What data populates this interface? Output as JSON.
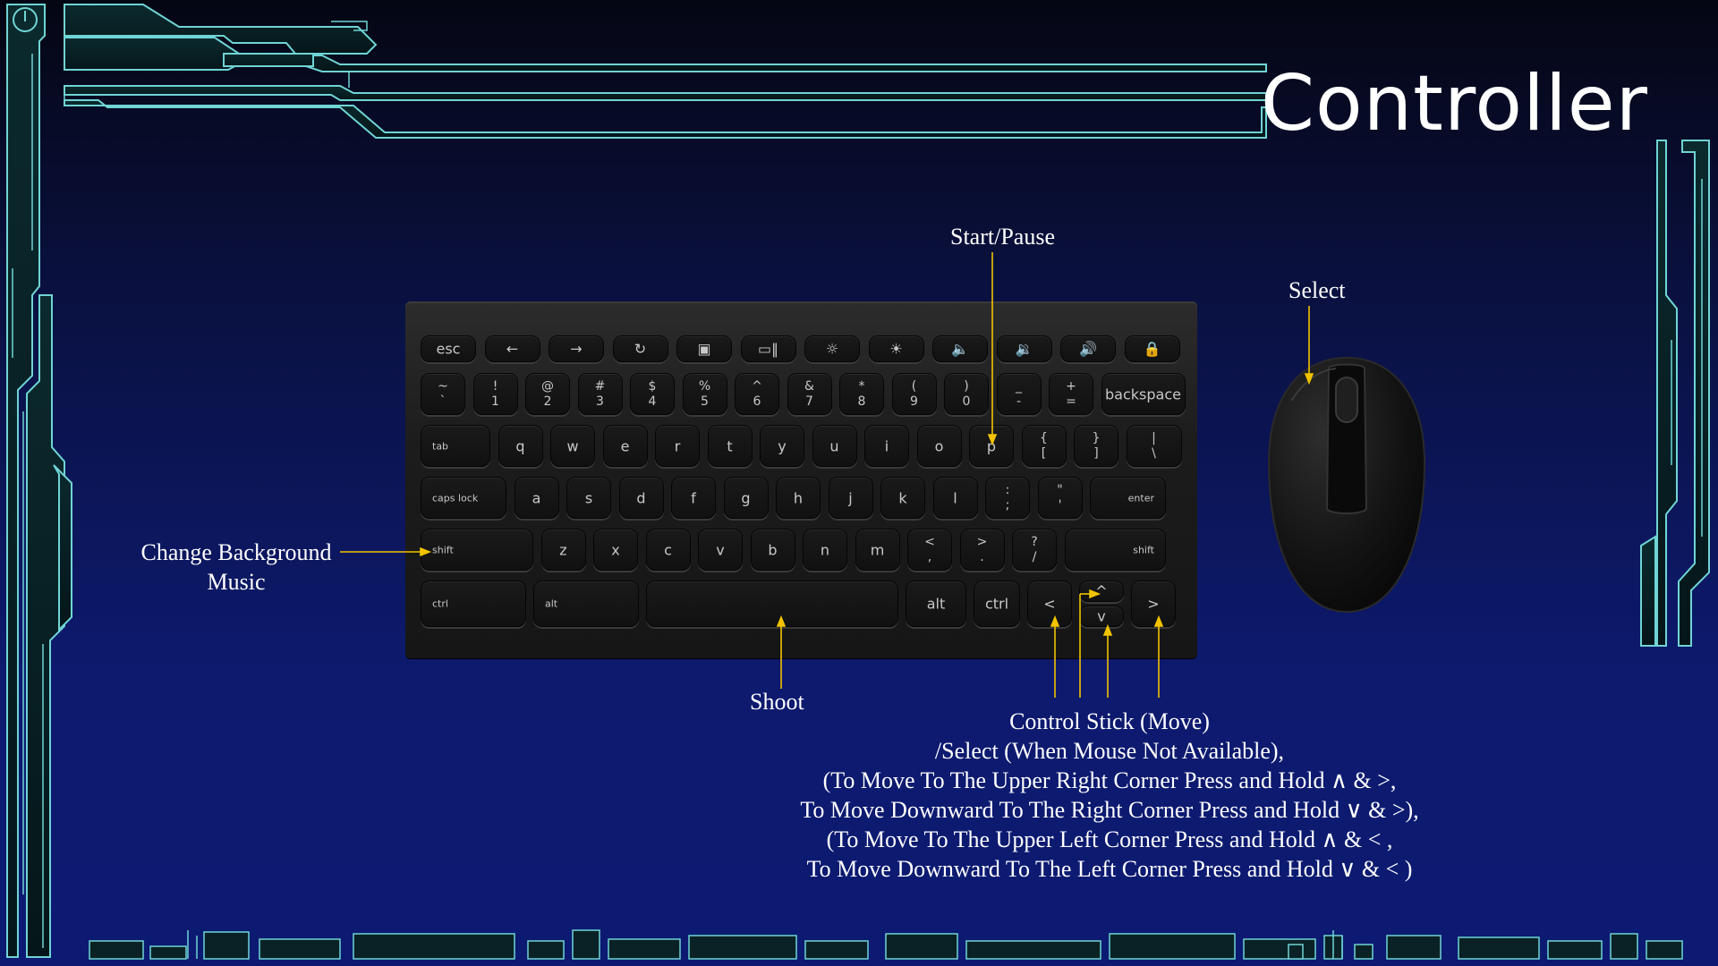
{
  "title": "Controller",
  "labels": {
    "start_pause": "Start/Pause",
    "select": "Select",
    "change_bg_music": [
      "Change Background",
      "Music"
    ],
    "shoot": "Shoot",
    "control_stick": [
      "Control Stick (Move)",
      "/Select (When Mouse Not Available),",
      "(To Move To The Upper Right Corner Press and Hold ∧ & >,",
      "To Move Downward To The Right Corner Press and Hold ∨ & >),",
      "(To Move To The Upper Left Corner Press and Hold ∧ & < ,",
      "To Move Downward To The Left Corner Press and Hold ∨ & < )"
    ]
  },
  "keyboard": {
    "function_row": [
      "esc",
      "←",
      "→",
      "↻",
      "▣",
      "▭‖",
      "☼",
      "☀",
      "🔈",
      "🔉",
      "🔊",
      "🔒"
    ],
    "number_row": [
      [
        "~",
        "`"
      ],
      [
        "!",
        "1"
      ],
      [
        "@",
        "2"
      ],
      [
        "#",
        "3"
      ],
      [
        "$",
        "4"
      ],
      [
        "%",
        "5"
      ],
      [
        "^",
        "6"
      ],
      [
        "&",
        "7"
      ],
      [
        "*",
        "8"
      ],
      [
        "(",
        "9"
      ],
      [
        ")",
        "0"
      ],
      [
        "_",
        "-"
      ],
      [
        "+",
        "="
      ]
    ],
    "backspace": "backspace",
    "tab": "tab",
    "qwerty": [
      "q",
      "w",
      "e",
      "r",
      "t",
      "y",
      "u",
      "i",
      "o",
      "p"
    ],
    "brackets": [
      [
        "{",
        "["
      ],
      [
        "}",
        "]"
      ],
      [
        "|",
        "\\"
      ]
    ],
    "caps_lock": "caps lock",
    "asdf": [
      "a",
      "s",
      "d",
      "f",
      "g",
      "h",
      "j",
      "k",
      "l"
    ],
    "semi_quote": [
      [
        ":",
        ";"
      ],
      [
        "\"",
        "'"
      ]
    ],
    "enter": "enter",
    "shift_left": "shift",
    "zxcv": [
      "z",
      "x",
      "c",
      "v",
      "b",
      "n",
      "m"
    ],
    "punct": [
      [
        "<",
        ","
      ],
      [
        ">",
        "."
      ],
      [
        "?",
        "/"
      ]
    ],
    "shift_right": "shift",
    "ctrl_left": "ctrl",
    "alt_left": "alt",
    "alt_right": "alt",
    "ctrl_right": "ctrl",
    "arrow_left": "<",
    "arrow_up": "^",
    "arrow_down": "v",
    "arrow_right": ">"
  },
  "colors": {
    "arrow": "#f2c300",
    "frame": "#5fc8c8"
  }
}
